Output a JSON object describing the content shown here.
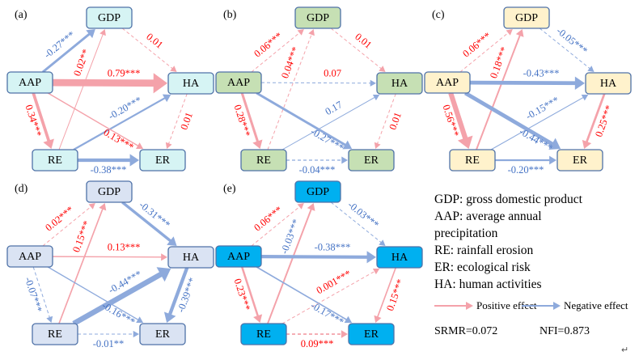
{
  "colors": {
    "positive_line": "#f4a2aa",
    "positive_text": "#ff0000",
    "negative_line": "#8eaadc",
    "negative_text": "#4472c4",
    "node_border": "#4f72a8"
  },
  "panels": [
    {
      "label": "(a)",
      "fill": "#d6f4f4",
      "edges": [
        {
          "from": "AAP",
          "to": "GDP",
          "value": "-0.27***",
          "line": "negative",
          "text": "negative",
          "dashed": false,
          "weight": 0.27
        },
        {
          "from": "RE",
          "to": "GDP",
          "value": "0.02**",
          "line": "positive",
          "text": "positive",
          "dashed": false,
          "weight": 0.02
        },
        {
          "from": "GDP",
          "to": "HA",
          "value": "0.01",
          "line": "positive",
          "text": "positive",
          "dashed": true,
          "weight": 0.01
        },
        {
          "from": "AAP",
          "to": "HA",
          "value": "0.79***",
          "line": "positive",
          "text": "positive",
          "dashed": false,
          "weight": 0.79
        },
        {
          "from": "RE",
          "to": "HA",
          "value": "-0.20***",
          "line": "negative",
          "text": "negative",
          "dashed": false,
          "weight": 0.2
        },
        {
          "from": "AAP",
          "to": "RE",
          "value": "0.34***",
          "line": "positive",
          "text": "positive",
          "dashed": false,
          "weight": 0.34
        },
        {
          "from": "AAP",
          "to": "ER",
          "value": "0.13***",
          "line": "positive",
          "text": "positive",
          "dashed": false,
          "weight": 0.13
        },
        {
          "from": "HA",
          "to": "ER",
          "value": "0.01",
          "line": "positive",
          "text": "positive",
          "dashed": true,
          "weight": 0.01
        },
        {
          "from": "RE",
          "to": "ER",
          "value": "-0.38***",
          "line": "negative",
          "text": "negative",
          "dashed": false,
          "weight": 0.38
        }
      ]
    },
    {
      "label": "(b)",
      "fill": "#c6e0b4",
      "edges": [
        {
          "from": "AAP",
          "to": "GDP",
          "value": "0.06***",
          "line": "positive",
          "text": "positive",
          "dashed": true,
          "weight": 0.06
        },
        {
          "from": "RE",
          "to": "GDP",
          "value": "0.04***",
          "line": "positive",
          "text": "positive",
          "dashed": true,
          "weight": 0.04
        },
        {
          "from": "GDP",
          "to": "HA",
          "value": "0.01",
          "line": "positive",
          "text": "positive",
          "dashed": true,
          "weight": 0.01
        },
        {
          "from": "AAP",
          "to": "HA",
          "value": "0.07",
          "line": "negative",
          "text": "positive",
          "dashed": true,
          "weight": 0.07
        },
        {
          "from": "RE",
          "to": "HA",
          "value": "0.17",
          "line": "negative",
          "text": "negative",
          "dashed": false,
          "weight": 0.05
        },
        {
          "from": "AAP",
          "to": "ER",
          "value": "-0.27***",
          "line": "negative",
          "text": "negative",
          "dashed": false,
          "weight": 0.27
        },
        {
          "from": "AAP",
          "to": "RE",
          "value": "0.28***",
          "line": "positive",
          "text": "positive",
          "dashed": false,
          "weight": 0.28
        },
        {
          "from": "HA",
          "to": "ER",
          "value": "0.01",
          "line": "positive",
          "text": "positive",
          "dashed": true,
          "weight": 0.01
        },
        {
          "from": "RE",
          "to": "ER",
          "value": "-0.04***",
          "line": "negative",
          "text": "negative",
          "dashed": true,
          "weight": 0.12
        }
      ]
    },
    {
      "label": "(c)",
      "fill": "#fff2cc",
      "edges": [
        {
          "from": "AAP",
          "to": "GDP",
          "value": "0.06***",
          "line": "positive",
          "text": "positive",
          "dashed": true,
          "weight": 0.06
        },
        {
          "from": "RE",
          "to": "GDP",
          "value": "0.18***",
          "line": "positive",
          "text": "positive",
          "dashed": false,
          "weight": 0.18
        },
        {
          "from": "GDP",
          "to": "HA",
          "value": "-0.05***",
          "line": "negative",
          "text": "negative",
          "dashed": true,
          "weight": 0.05
        },
        {
          "from": "AAP",
          "to": "HA",
          "value": "-0.43***",
          "line": "negative",
          "text": "negative",
          "dashed": false,
          "weight": 0.43
        },
        {
          "from": "RE",
          "to": "HA",
          "value": "-0.15***",
          "line": "negative",
          "text": "negative",
          "dashed": false,
          "weight": 0.1
        },
        {
          "from": "AAP",
          "to": "ER",
          "value": "-0.44***",
          "line": "negative",
          "text": "negative",
          "dashed": false,
          "weight": 0.44
        },
        {
          "from": "AAP",
          "to": "RE",
          "value": "0.56***",
          "line": "positive",
          "text": "positive",
          "dashed": false,
          "weight": 0.56
        },
        {
          "from": "HA",
          "to": "ER",
          "value": "0.25***",
          "line": "positive",
          "text": "positive",
          "dashed": false,
          "weight": 0.25
        },
        {
          "from": "RE",
          "to": "ER",
          "value": "-0.20***",
          "line": "negative",
          "text": "negative",
          "dashed": false,
          "weight": 0.2
        }
      ]
    },
    {
      "label": "(d)",
      "fill": "#dae3f3",
      "edges": [
        {
          "from": "AAP",
          "to": "GDP",
          "value": "0.02***",
          "line": "positive",
          "text": "positive",
          "dashed": true,
          "weight": 0.02
        },
        {
          "from": "RE",
          "to": "GDP",
          "value": "0.15***",
          "line": "positive",
          "text": "positive",
          "dashed": false,
          "weight": 0.15
        },
        {
          "from": "GDP",
          "to": "HA",
          "value": "-0.31***",
          "line": "negative",
          "text": "negative",
          "dashed": false,
          "weight": 0.31
        },
        {
          "from": "AAP",
          "to": "HA",
          "value": "0.13***",
          "line": "positive",
          "text": "positive",
          "dashed": false,
          "weight": 0.13
        },
        {
          "from": "RE",
          "to": "HA",
          "value": "-0.44***",
          "line": "negative",
          "text": "negative",
          "dashed": false,
          "weight": 0.6
        },
        {
          "from": "AAP",
          "to": "ER",
          "value": "-0.16***",
          "line": "negative",
          "text": "negative",
          "dashed": false,
          "weight": 0.12
        },
        {
          "from": "AAP",
          "to": "RE",
          "value": "-0.07***",
          "line": "negative",
          "text": "negative",
          "dashed": true,
          "weight": 0.07
        },
        {
          "from": "HA",
          "to": "ER",
          "value": "-0.39***",
          "line": "negative",
          "text": "negative",
          "dashed": false,
          "weight": 0.39
        },
        {
          "from": "RE",
          "to": "ER",
          "value": "-0.01**",
          "line": "negative",
          "text": "negative",
          "dashed": true,
          "weight": 0.05
        }
      ]
    },
    {
      "label": "(e)",
      "fill": "#00b0f0",
      "edges": [
        {
          "from": "AAP",
          "to": "GDP",
          "value": "0.06***",
          "line": "positive",
          "text": "positive",
          "dashed": true,
          "weight": 0.06
        },
        {
          "from": "RE",
          "to": "GDP",
          "value": "-0.03***",
          "line": "positive",
          "text": "negative",
          "dashed": false,
          "weight": 0.18
        },
        {
          "from": "GDP",
          "to": "HA",
          "value": "-0.03***",
          "line": "negative",
          "text": "negative",
          "dashed": true,
          "weight": 0.05
        },
        {
          "from": "AAP",
          "to": "HA",
          "value": "-0.38***",
          "line": "negative",
          "text": "negative",
          "dashed": false,
          "weight": 0.38
        },
        {
          "from": "RE",
          "to": "HA",
          "value": "0.001***",
          "line": "positive",
          "text": "positive",
          "dashed": true,
          "weight": 0.05
        },
        {
          "from": "AAP",
          "to": "ER",
          "value": "-0.17***",
          "line": "negative",
          "text": "negative",
          "dashed": false,
          "weight": 0.15
        },
        {
          "from": "AAP",
          "to": "RE",
          "value": "0.23***",
          "line": "positive",
          "text": "positive",
          "dashed": false,
          "weight": 0.23
        },
        {
          "from": "HA",
          "to": "ER",
          "value": "0.15***",
          "line": "positive",
          "text": "positive",
          "dashed": false,
          "weight": 0.15
        },
        {
          "from": "RE",
          "to": "ER",
          "value": "0.09***",
          "line": "positive",
          "text": "positive",
          "dashed": true,
          "weight": 0.15
        }
      ]
    }
  ],
  "nodes": [
    "GDP",
    "AAP",
    "HA",
    "RE",
    "ER"
  ],
  "legend": {
    "definitions": [
      "GDP: gross domestic product",
      "AAP: average annual",
      "precipitation",
      "RE: rainfall erosion",
      "ER: ecological risk",
      "HA: human activities"
    ],
    "positive_label": "Positive effect",
    "negative_label": "Negative effect",
    "srmr": "SRMR=0.072",
    "nfi": "NFI=0.873"
  },
  "return_mark": "↵"
}
